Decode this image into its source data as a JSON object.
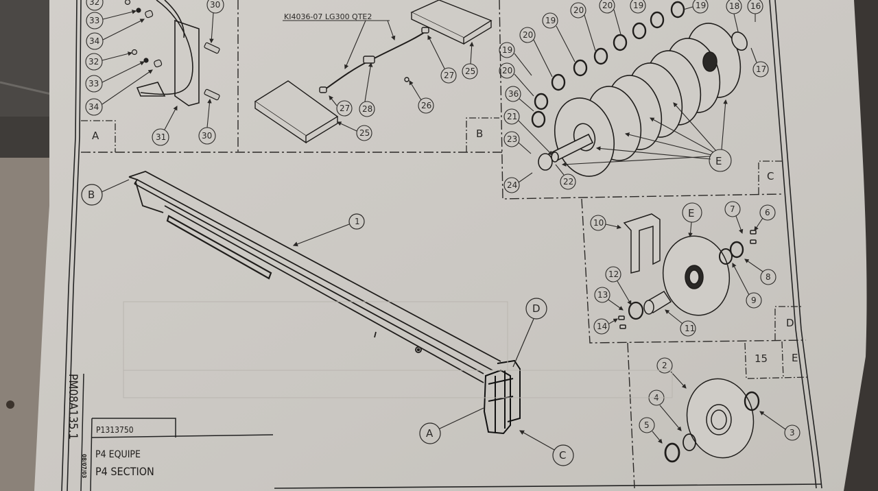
{
  "document": {
    "type": "exploded-parts-diagram",
    "drawing_number_vertical": "PM08A135.1",
    "date_stamp": "08/07/03",
    "part_number": "P1313750",
    "title_line_1": "P4 EQUIPE",
    "title_line_2": "P4 SECTION"
  },
  "colors": {
    "paper": "#cdcac5",
    "ink": "#1f1d1b",
    "background_dark": "#4f4b47",
    "background_floor": "#8a8177"
  },
  "views": {
    "A": {
      "box_label": "A",
      "callouts": [
        "32",
        "33",
        "34",
        "32",
        "33",
        "34",
        "30",
        "30",
        "31"
      ]
    },
    "B": {
      "box_label": "B",
      "cable_note": "KI4036-07 LG300 QTE2",
      "callouts": [
        "25",
        "27",
        "28",
        "26",
        "27",
        "25"
      ]
    },
    "C": {
      "box_label": "C",
      "callouts": [
        "20",
        "19",
        "20",
        "19",
        "20",
        "20",
        "19",
        "19",
        "18",
        "16",
        "17",
        "36",
        "21",
        "23",
        "22",
        "24",
        "E"
      ]
    },
    "D": {
      "box_label": "D",
      "callouts": [
        "10",
        "E",
        "7",
        "6",
        "8",
        "9",
        "12",
        "13",
        "14",
        "11"
      ]
    },
    "E": {
      "box_label": "E",
      "qty_label": "15",
      "callouts": [
        "2",
        "4",
        "5",
        "3"
      ]
    },
    "main": {
      "callouts": [
        "B",
        "1",
        "D",
        "A",
        "C"
      ]
    }
  },
  "labels": {
    "c32a": "32",
    "c33a": "33",
    "c34a": "34",
    "c32b": "32",
    "c33b": "33",
    "c34b": "34",
    "c30a": "30",
    "c30b": "30",
    "c31": "31",
    "boxA": "A",
    "note": "KI4036-07 LG300 QTE2",
    "c25a": "25",
    "c27a": "27",
    "c28": "28",
    "c26": "26",
    "c27b": "27",
    "c25b": "25",
    "boxB": "B",
    "c20a": "20",
    "c19a": "19",
    "c20b": "20",
    "c19b": "19",
    "c20c": "20",
    "c20d": "20",
    "c19c": "19",
    "c19d": "19",
    "c18": "18",
    "c16": "16",
    "c17": "17",
    "c36": "36",
    "c21": "21",
    "c23": "23",
    "c22": "22",
    "c24": "24",
    "cE1": "E",
    "boxC": "C",
    "c10": "10",
    "cE2": "E",
    "c7": "7",
    "c6": "6",
    "c8": "8",
    "c9": "9",
    "c12": "12",
    "c13": "13",
    "c14": "14",
    "c11": "11",
    "boxD": "D",
    "c2": "2",
    "c4": "4",
    "c5": "5",
    "c3": "3",
    "box15": "15",
    "boxE": "E",
    "mB": "B",
    "m1": "1",
    "mD": "D",
    "mA": "A",
    "mC": "C"
  }
}
